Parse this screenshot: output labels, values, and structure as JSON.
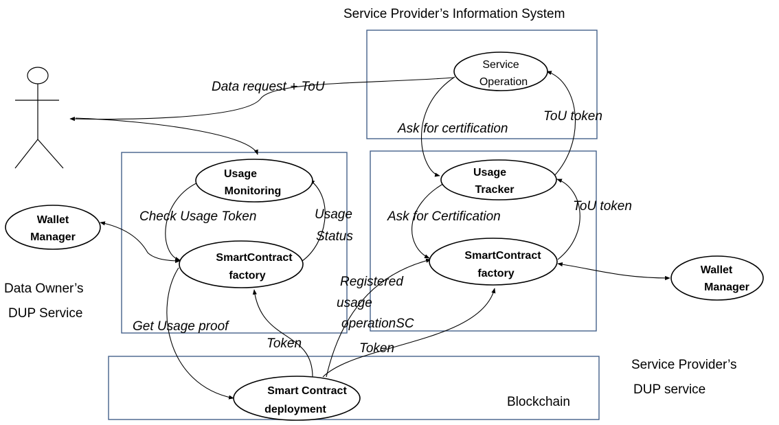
{
  "titles": {
    "sp_info_system": "Service Provider’s Information System",
    "do_dup_line1": "Data Owner’s",
    "do_dup_line2": "DUP Service",
    "sp_dup_line1": "Service Provider’s",
    "sp_dup_line2": "DUP service",
    "blockchain": "Blockchain"
  },
  "nodes": {
    "service_operation": [
      "Service",
      "Operation"
    ],
    "usage_monitoring": [
      "Usage",
      "Monitoring"
    ],
    "usage_tracker": [
      "Usage",
      "Tracker"
    ],
    "wallet_manager_left": [
      "Wallet",
      "Manager"
    ],
    "wallet_manager_right": [
      "Wallet",
      "Manager"
    ],
    "sc_factory_left": [
      "SmartContract",
      "factory"
    ],
    "sc_factory_right": [
      "SmartContract",
      "factory"
    ],
    "sc_deployment": [
      "Smart  Contract",
      "deployment"
    ]
  },
  "edge_labels": {
    "data_request": "Data request + ToU",
    "ask_certification_top": "Ask for certification",
    "tou_token_top": "ToU  token",
    "check_usage_token": "Check Usage Token",
    "usage_status": [
      "Usage",
      "Status"
    ],
    "ask_certification_mid": "Ask for Certification",
    "tou_token_mid": "ToU  token",
    "registered_usage": [
      "Registered",
      "usage",
      "operationSC"
    ],
    "get_usage_proof": "Get Usage proof",
    "token_left": "Token",
    "token_right": "Token"
  }
}
